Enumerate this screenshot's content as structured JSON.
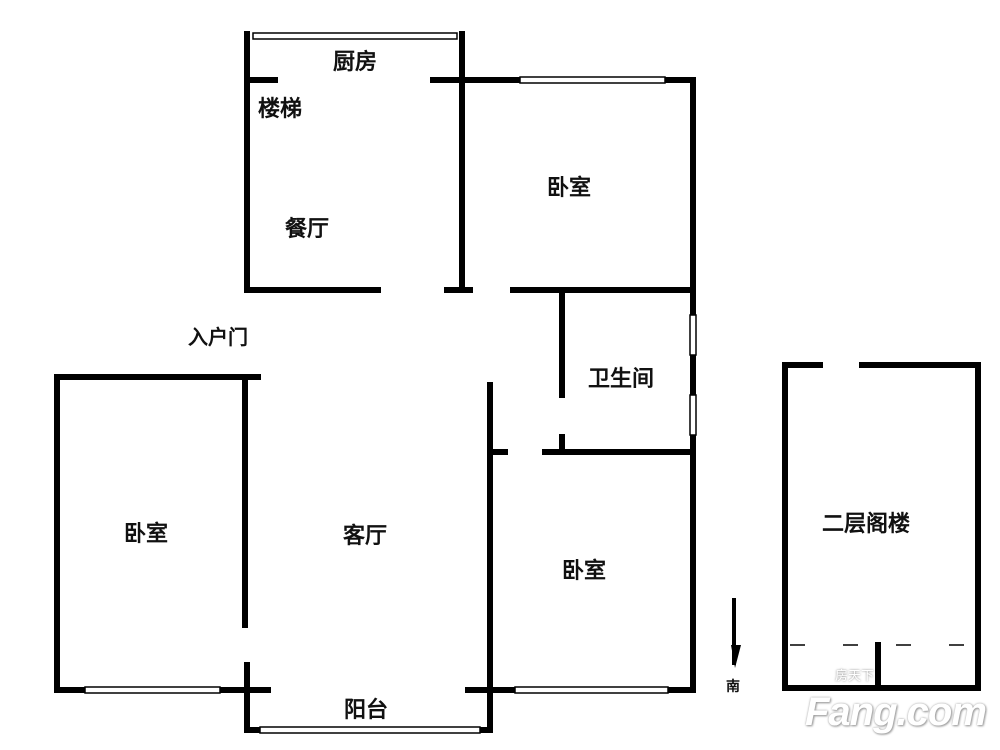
{
  "rooms": {
    "kitchen": "厨房",
    "stairs": "楼梯",
    "dining": "餐厅",
    "bedroom_north": "卧室",
    "entry_door": "入户门",
    "bathroom": "卫生间",
    "bedroom_west": "卧室",
    "living": "客厅",
    "bedroom_south": "卧室",
    "balcony": "阳台",
    "attic": "二层阁楼"
  },
  "compass": {
    "label": "南",
    "icon": "south-arrow-icon"
  },
  "watermark": {
    "brand": "Fang.com",
    "brand_cn": "房天下"
  },
  "colors": {
    "wall": "#000000",
    "background": "#ffffff"
  }
}
